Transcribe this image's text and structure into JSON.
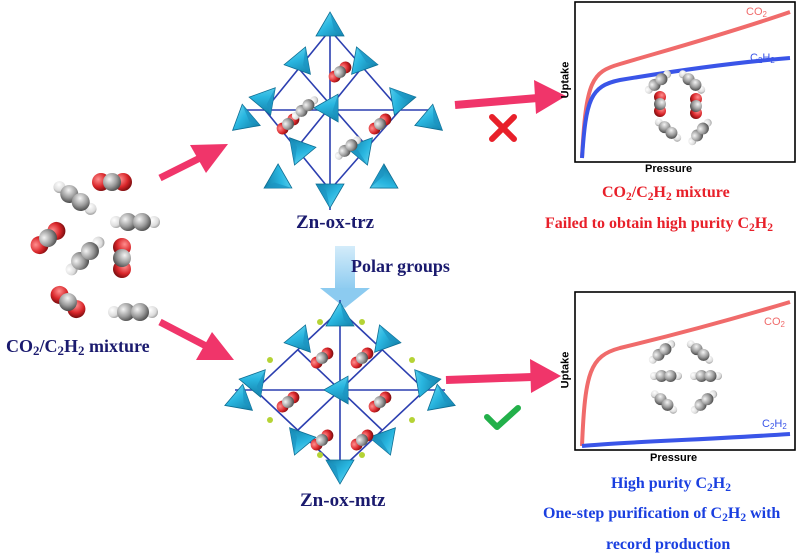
{
  "mixture_label": {
    "a": "CO",
    "a_sub": "2",
    "b": "/C",
    "b_sub1": "2",
    "c": "H",
    "c_sub": "2",
    "d": " mixture"
  },
  "mof_top": {
    "name": "Zn-ox-trz"
  },
  "mof_bottom": {
    "name": "Zn-ox-mtz"
  },
  "polar_groups": "Polar groups",
  "top_plot": {
    "xlabel": "Pressure",
    "ylabel": "Uptake",
    "series": [
      {
        "name": "CO",
        "name_sub": "2",
        "color": "#f06b6b"
      },
      {
        "name": "C",
        "name_sub1": "2",
        "name_h": "H",
        "name_sub2": "2",
        "color": "#3a55e8"
      }
    ],
    "caption1": {
      "a": "CO",
      "a_sub": "2",
      "b": "/C",
      "b_sub": "2",
      "c": "H",
      "c_sub": "2",
      "d": " mixture"
    },
    "caption2": {
      "a": "Failed to obtain high purity C",
      "a_sub": "2",
      "b": "H",
      "b_sub": "2"
    }
  },
  "bottom_plot": {
    "xlabel": "Pressure",
    "ylabel": "Uptake",
    "series": [
      {
        "name": "CO",
        "name_sub": "2",
        "color": "#f06b6b"
      },
      {
        "name": "C",
        "name_sub1": "2",
        "name_h": "H",
        "name_sub2": "2",
        "color": "#3a55e8"
      }
    ],
    "caption1": {
      "a": "High purity C",
      "a_sub": "2",
      "b": "H",
      "b_sub": "2"
    },
    "caption2": {
      "a": "One-step purification of C",
      "a_sub": "2",
      "b": "H",
      "b_sub": "2",
      "c": " with"
    },
    "caption3": "record production"
  },
  "colors": {
    "arrow": "#f0356a",
    "polar_arrow": "#9dd3f2",
    "cross": "#e8202a",
    "check": "#22b04a",
    "framework": "#29b6e0"
  },
  "icons": {
    "fail": "cross-icon",
    "success": "check-icon"
  }
}
